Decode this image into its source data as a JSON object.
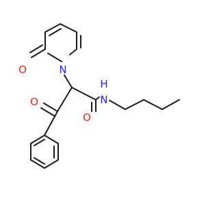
{
  "structure": {
    "atoms": [
      {
        "id": "O1",
        "symbol": "O",
        "color": "#e8261e"
      },
      {
        "id": "N1",
        "symbol": "N",
        "color": "#2020ff"
      },
      {
        "id": "O2",
        "symbol": "O",
        "color": "#e8261e"
      },
      {
        "id": "N2",
        "symbol": "N",
        "color": "#2020ff"
      },
      {
        "id": "H2",
        "symbol": "H",
        "color": "#2020ff"
      },
      {
        "id": "O3",
        "symbol": "O",
        "color": "#e8261e"
      }
    ],
    "bond_color": "#1a1a1a"
  }
}
